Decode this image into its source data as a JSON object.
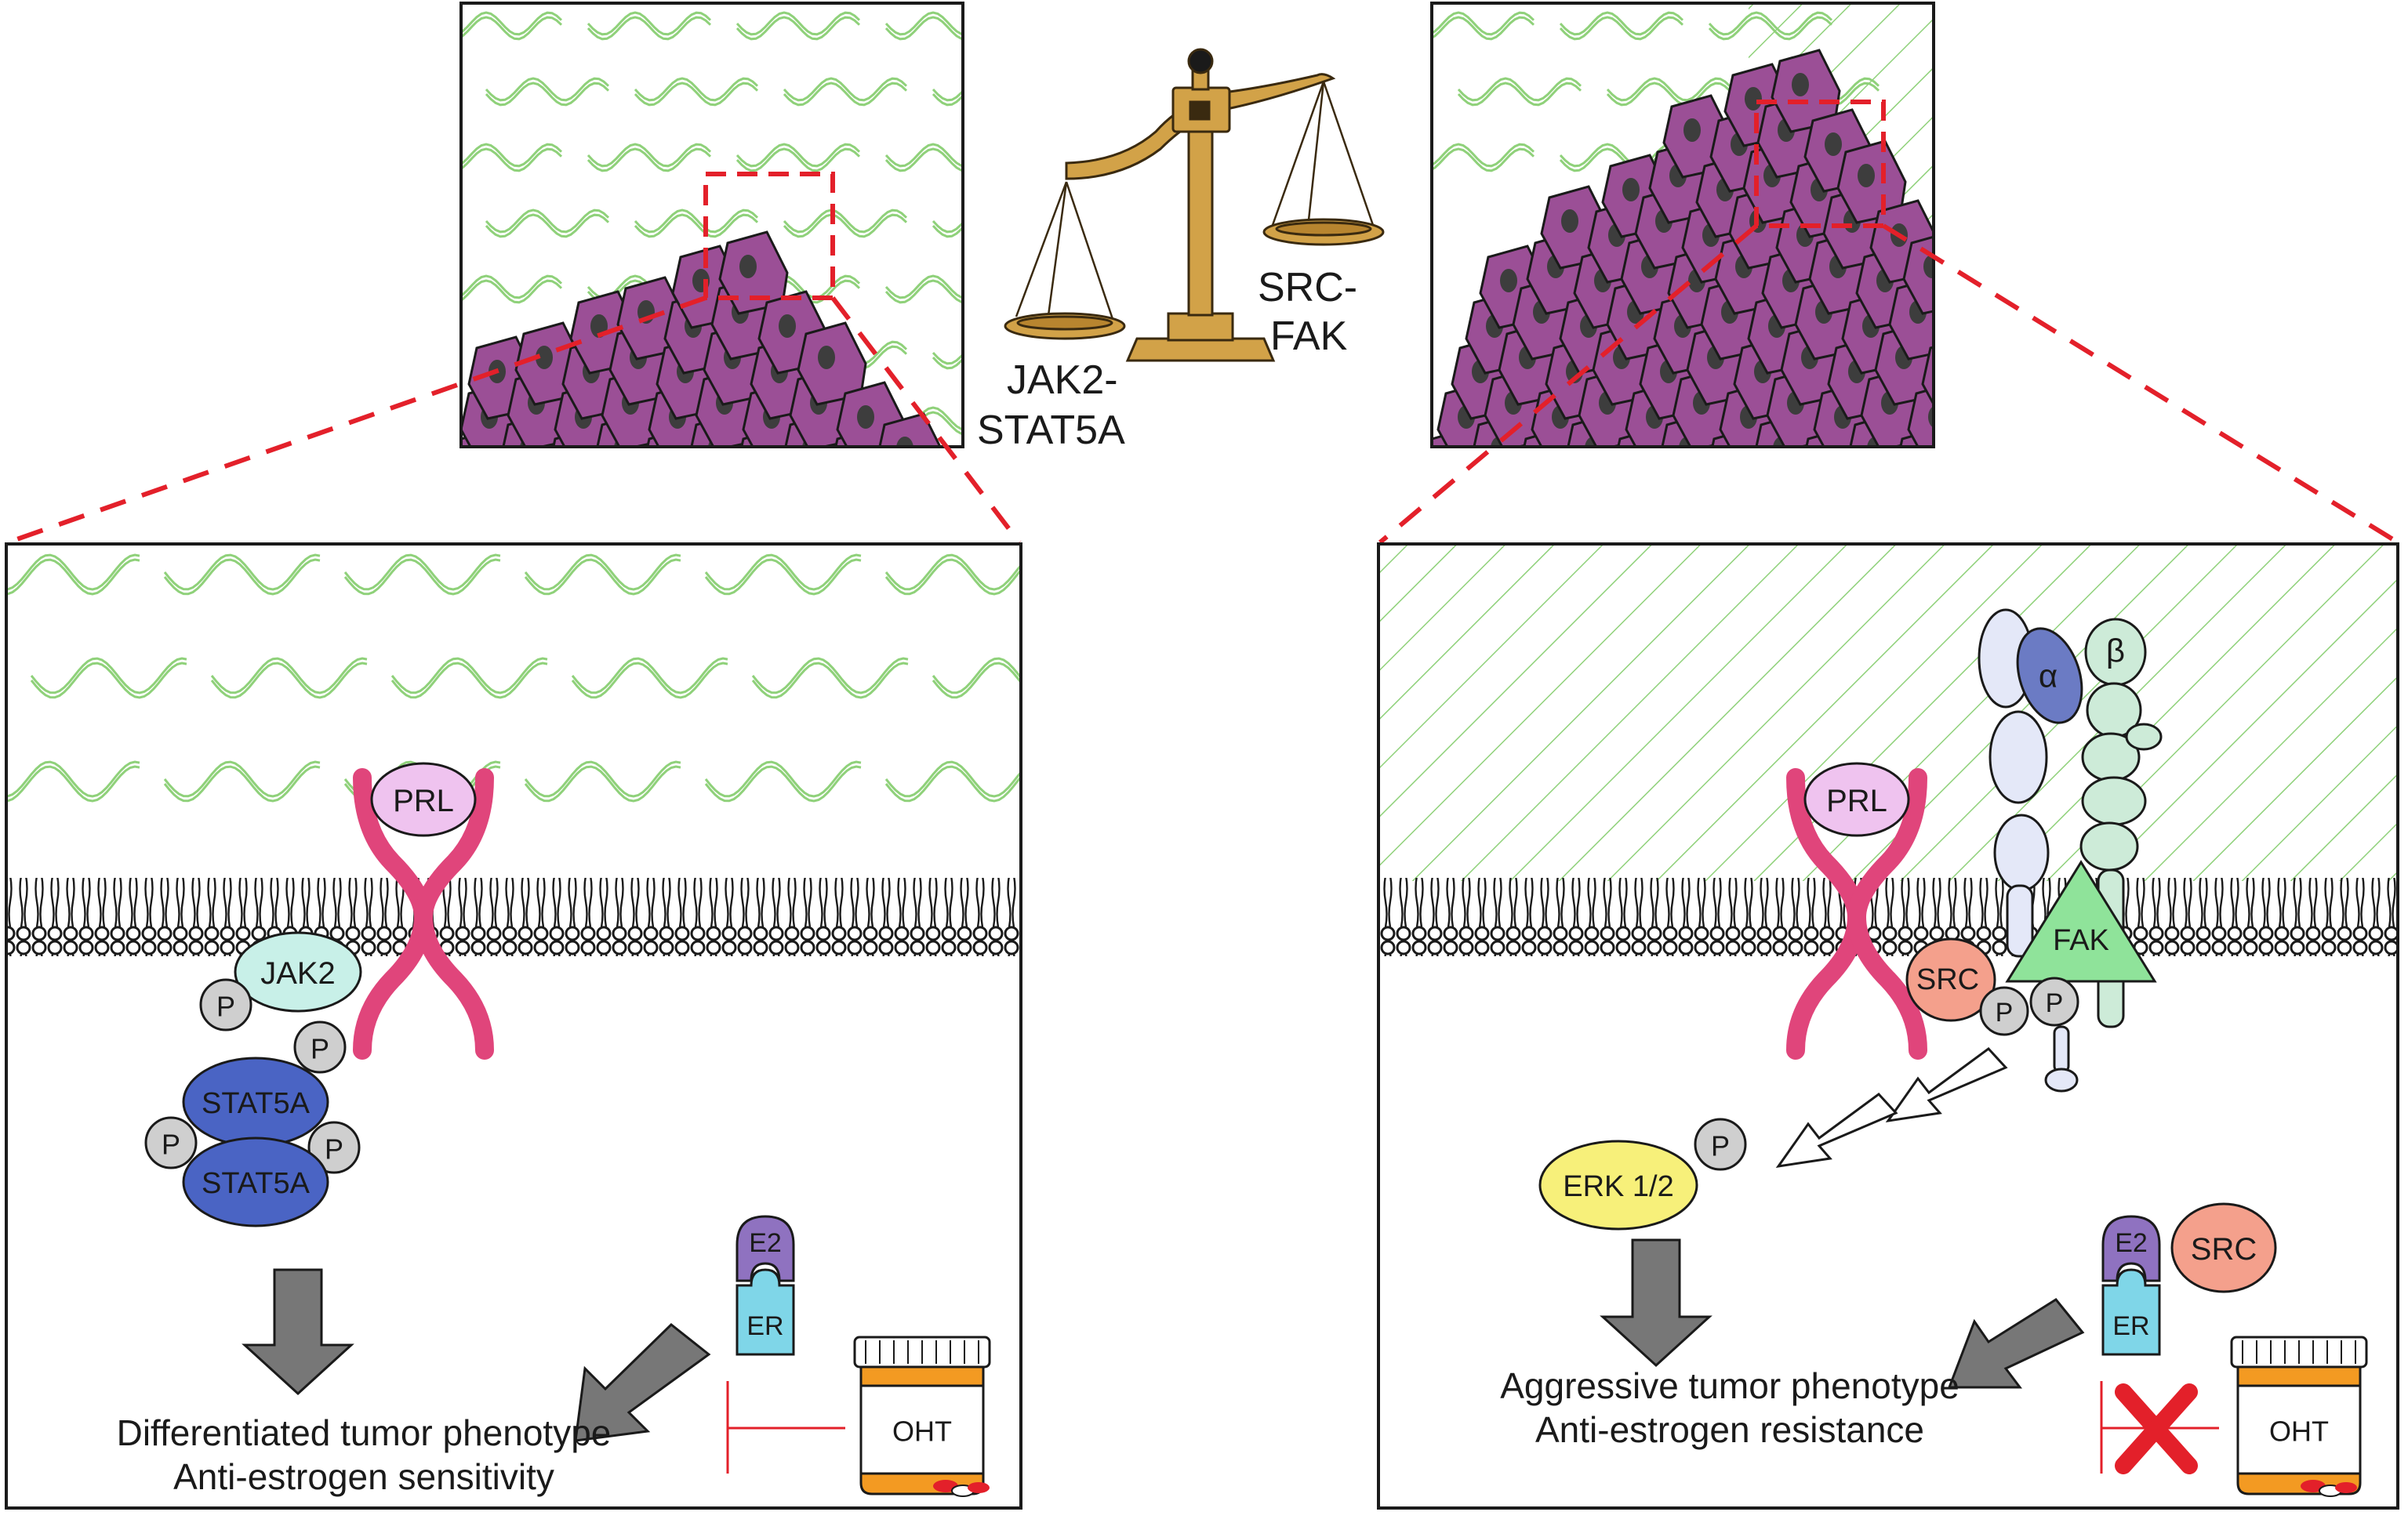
{
  "balance": {
    "left_label_line1": "JAK2-",
    "left_label_line2": "STAT5A",
    "right_label_line1": "SRC-",
    "right_label_line2": "FAK"
  },
  "left_panel": {
    "prl": "PRL",
    "jak2": "JAK2",
    "stat5a_top": "STAT5A",
    "stat5a_bottom": "STAT5A",
    "phospho": "P",
    "e2": "E2",
    "er": "ER",
    "oht": "OHT",
    "outcome_line1": "Differentiated tumor phenotype",
    "outcome_line2": "Anti-estrogen sensitivity"
  },
  "right_panel": {
    "prl": "PRL",
    "src": "SRC",
    "fak": "FAK",
    "alpha": "α",
    "beta": "β",
    "erk": "ERK 1/2",
    "phospho": "P",
    "e2": "E2",
    "er": "ER",
    "src2": "SRC",
    "oht": "OHT",
    "outcome_line1": "Aggressive tumor phenotype",
    "outcome_line2": "Anti-estrogen resistance"
  },
  "colors": {
    "cell": "#9b4f96",
    "nucleus": "#3d3d3d",
    "collagen": "#8fd17a",
    "zoom": "#e3202a",
    "receptor": "#e0457b",
    "prl": "#efc3ef",
    "jak2": "#c8f0e8",
    "stat5a": "#4a64c4",
    "phospho": "#cfcfcf",
    "e2": "#8f72c0",
    "er": "#7fd6e8",
    "oht_bottle": "#f39a22",
    "src": "#f4a08c",
    "fak": "#8fe39a",
    "erk": "#f7f07a",
    "arrow": "#777777",
    "balance": "#d2a248"
  }
}
